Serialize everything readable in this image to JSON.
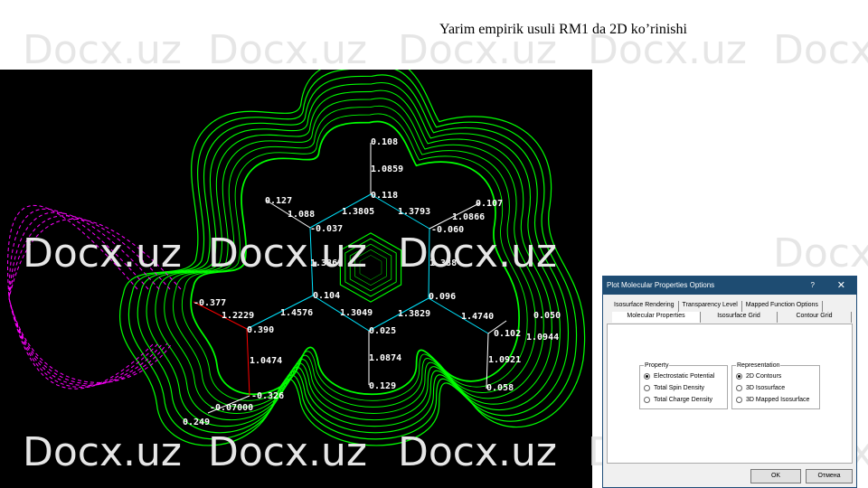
{
  "slide_title": "Yarim empirik usuli RM1 da 2D ko’rinishi",
  "watermark": "Docx.uz",
  "plot": {
    "atom_charges": [
      "0.108",
      "0.118",
      "-0.060",
      "0.096",
      "0.025",
      "0.104",
      "-0.037",
      "0.127",
      "0.107",
      "0.102",
      "0.058",
      "0.050",
      "0.390",
      "-0.377",
      "-0.326",
      "0.249",
      "0.129",
      "-0.07000"
    ],
    "bond_lengths": [
      "1.0859",
      "1.088",
      "1.3805",
      "1.3793",
      "1.0866",
      "1.3869",
      "1.388",
      "1.4576",
      "1.3049",
      "1.3829",
      "1.4740",
      "1.2229",
      "1.0474",
      "1.0874",
      "1.0921",
      "1.0944"
    ],
    "colors": {
      "contour": "#00ff00",
      "negative": "#ff00ff",
      "bond": "#00e5ff",
      "heteroatom": "#ff0000"
    }
  },
  "dialog": {
    "title": "Plot Molecular Properties Options",
    "help": "?",
    "close": "✕",
    "tabs_row1": [
      "Isosurface Rendering",
      "Transparency Level",
      "Mapped Function Options"
    ],
    "tabs_row2": [
      "Molecular Properties",
      "Isosurface Grid",
      "Contour Grid"
    ],
    "property": {
      "legend": "Property",
      "options": [
        "Electrostatic Potential",
        "Total Spin Density",
        "Total Charge Density"
      ],
      "selected": 0
    },
    "representation": {
      "legend": "Representation",
      "options": [
        "2D Contours",
        "3D Isosurface",
        "3D Mapped Isosurface"
      ],
      "selected": 0
    },
    "ok": "OK",
    "cancel": "Отмена"
  }
}
